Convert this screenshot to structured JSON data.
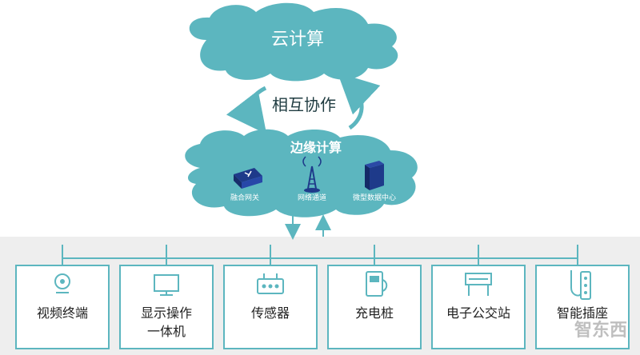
{
  "cloud": {
    "label": "云计算"
  },
  "cooperate": {
    "label": "相互协作"
  },
  "edge": {
    "label": "边缘计算",
    "nodes": [
      {
        "icon": "gateway-icon",
        "label": "融合网关"
      },
      {
        "icon": "tower-icon",
        "label": "网络通道"
      },
      {
        "icon": "server-icon",
        "label": "微型数据中心"
      }
    ]
  },
  "devices": [
    {
      "icon": "camera-icon",
      "lines": [
        "视频终端"
      ]
    },
    {
      "icon": "monitor-icon",
      "lines": [
        "显示操作",
        "一体机"
      ]
    },
    {
      "icon": "sensor-icon",
      "lines": [
        "传感器"
      ]
    },
    {
      "icon": "charger-icon",
      "lines": [
        "充电桩"
      ]
    },
    {
      "icon": "bus-stop-icon",
      "lines": [
        "电子公交站"
      ]
    },
    {
      "icon": "socket-icon",
      "lines": [
        "智能插座"
      ]
    }
  ],
  "watermark": {
    "text": "智东西"
  },
  "colors": {
    "accent": "#5cb6bf",
    "background": "#eeeeee"
  }
}
